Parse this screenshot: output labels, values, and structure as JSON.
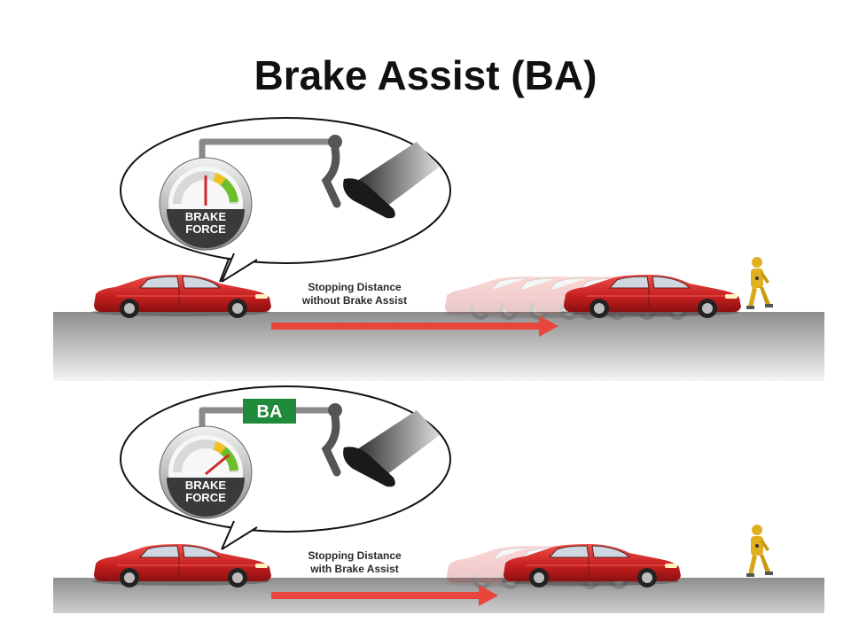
{
  "title": "Brake Assist (BA)",
  "panels": [
    {
      "gauge_label_line1": "BRAKE",
      "gauge_label_line2": "FORCE",
      "caption_line1": "Stopping Distance",
      "caption_line2": "without Brake Assist",
      "badge": "",
      "gauge_level": 0.5
    },
    {
      "gauge_label_line1": "BRAKE",
      "gauge_label_line2": "FORCE",
      "caption_line1": "Stopping Distance",
      "caption_line2": "with Brake Assist",
      "badge": "BA",
      "gauge_level": 0.78
    }
  ],
  "colors": {
    "car": "#d42a2a",
    "arrow": "#e8463c",
    "road": "#9a9a9a",
    "badge": "#1f8a3a",
    "dummy": "#e0b020"
  }
}
